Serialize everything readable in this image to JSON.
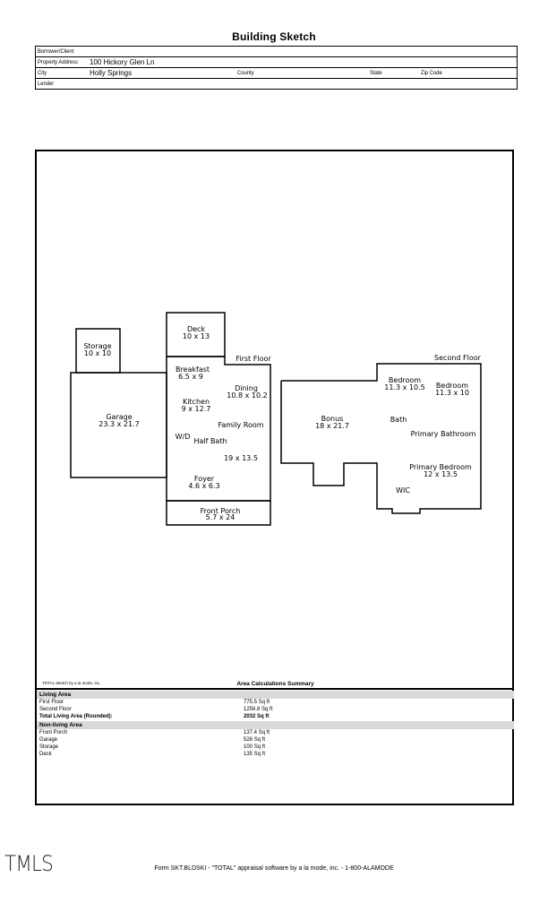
{
  "title": "Building Sketch",
  "header": {
    "borrower_label": "Borrower/Client",
    "borrower_value": "",
    "address_label": "Property Address",
    "address_value": "100 Hickory Glen Ln",
    "city_label": "City",
    "city_value": "Holly Springs",
    "county_label": "County",
    "state_label": "State",
    "zip_label": "Zip Code",
    "lender_label": "Lender"
  },
  "sketch": {
    "first_floor_label": "First Floor",
    "second_floor_label": "Second Floor",
    "rooms": {
      "storage": [
        "Storage",
        "10 x 10"
      ],
      "deck": [
        "Deck",
        "10 x 13"
      ],
      "garage": [
        "Garage",
        "23.3 x 21.7"
      ],
      "breakfast": [
        "Breakfast",
        "6.5 x 9"
      ],
      "dining": [
        "Dining",
        "10.8 x 10.2"
      ],
      "kitchen": [
        "Kitchen",
        "9 x 12.7"
      ],
      "wd": "W/D",
      "half_bath": "Half Bath",
      "family_room": [
        "Family Room",
        "19 x 13.5"
      ],
      "foyer": [
        "Foyer",
        "4.6 x 6.3"
      ],
      "front_porch": [
        "Front Porch",
        "5.7 x 24"
      ],
      "bonus": [
        "Bonus",
        "18 x 21.7"
      ],
      "bedroom1": [
        "Bedroom",
        "11.3 x 10.5"
      ],
      "bedroom2": [
        "Bedroom",
        "11.3 x 10"
      ],
      "bath": "Bath",
      "primary_bathroom": "Primary Bathroom",
      "primary_bedroom": [
        "Primary Bedroom",
        "12 x 13.5"
      ],
      "wic": "WIC"
    }
  },
  "summary": {
    "credit": "TOTAL Sketch by a la mode, inc.",
    "title": "Area Calculations Summary",
    "living_header": "Living Area",
    "living": [
      {
        "name": "First Floor",
        "value": "775.5 Sq ft"
      },
      {
        "name": "Second Floor",
        "value": "1256.8 Sq ft"
      }
    ],
    "total_label": "Total Living Area (Rounded):",
    "total_value": "2032 Sq ft",
    "non_living_header": "Non-living Area",
    "non_living": [
      {
        "name": "Front Porch",
        "value": "137.4 Sq ft"
      },
      {
        "name": "Garage",
        "value": "528 Sq ft"
      },
      {
        "name": "Storage",
        "value": "100 Sq ft"
      },
      {
        "name": "Deck",
        "value": "135 Sq ft"
      }
    ]
  },
  "logo": "TMLS",
  "footer": "Form SKT.BLDSKI - \"TOTAL\" appraisal software by a la mode, inc. - 1-800-ALAMODE"
}
